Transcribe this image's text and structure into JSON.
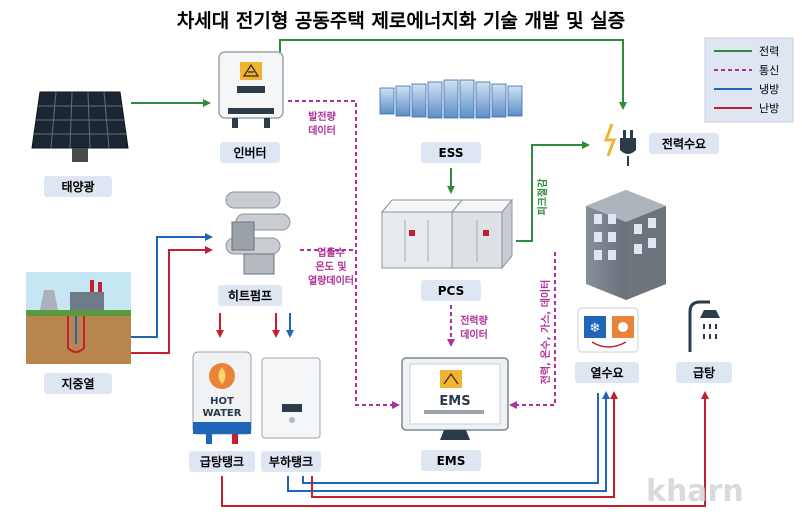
{
  "title": "차세대 전기형 공동주택 제로에너지화 기술 개발 및 실증",
  "legend": [
    {
      "label": "전력",
      "color": "#2e8b3a",
      "style": "solid"
    },
    {
      "label": "통신",
      "color": "#b0309a",
      "style": "dashed"
    },
    {
      "label": "냉방",
      "color": "#1f66b8",
      "style": "solid"
    },
    {
      "label": "난방",
      "color": "#c2202e",
      "style": "solid"
    }
  ],
  "nodes": {
    "solar": "태양광",
    "inverter": "인버터",
    "geothermal": "지중열",
    "heatpump": "히트펌프",
    "ess": "ESS",
    "pcs": "PCS",
    "ems": "EMS",
    "power_demand": "전력수요",
    "heat_demand": "열수요",
    "hot_water_supply": "급탕",
    "hot_water_tank": "급탕탱크",
    "load_tank": "부하탱크"
  },
  "annotations": {
    "generation_data": [
      "발전량",
      "데이터"
    ],
    "heatpump_data": [
      "입출수",
      "온도 및",
      "열량데이터"
    ],
    "power_data": [
      "전력량",
      "데이터"
    ],
    "peak_cut": "피크절감",
    "building_data": "전력, 온수, 가스, 데이터"
  },
  "icons": {
    "hot_water_tank_text": [
      "HOT",
      "WATER"
    ],
    "ems_screen_text": "EMS"
  },
  "watermark": "kharn",
  "colors": {
    "title": "#1d9bbf",
    "label_bg": "#dfe6f3",
    "label_text": "#000000"
  }
}
